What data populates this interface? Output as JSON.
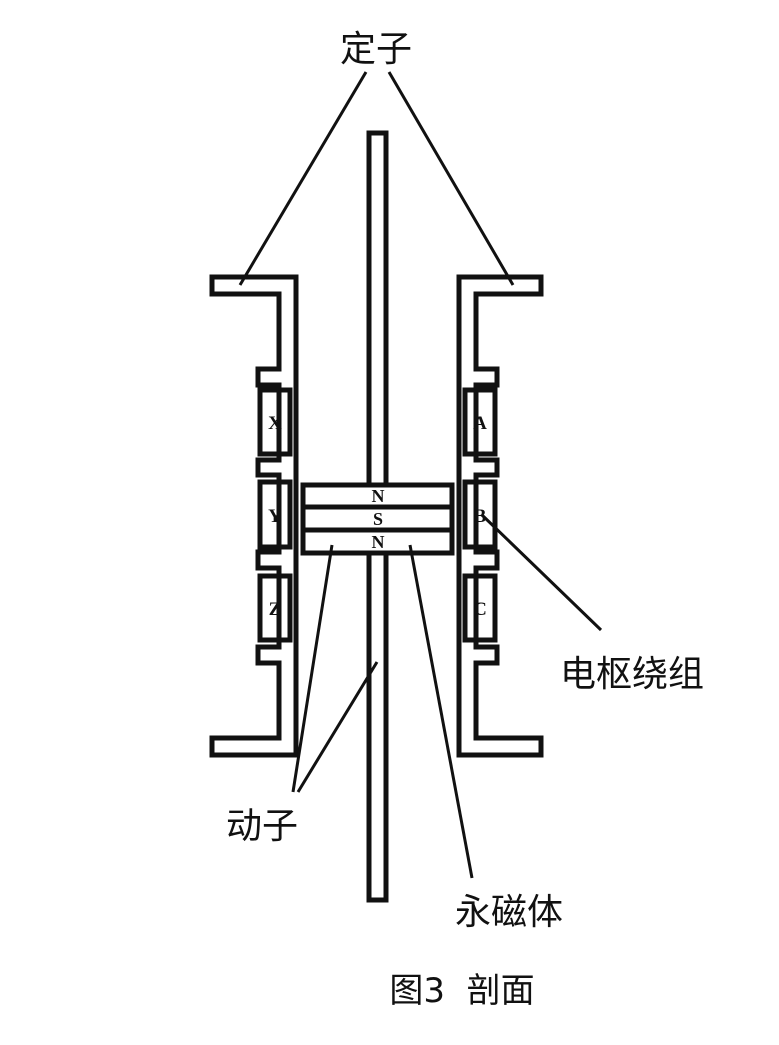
{
  "labels": {
    "stator": "定子",
    "armature_winding": "电枢绕组",
    "mover": "动子",
    "permanent_magnet": "永磁体",
    "caption": "图3  剖面"
  },
  "coils": {
    "left": [
      "X",
      "Y",
      "Z"
    ],
    "right": [
      "A",
      "B",
      "C"
    ]
  },
  "magnet_poles": [
    "N",
    "S",
    "N"
  ],
  "colors": {
    "line": "#111111",
    "background": "#ffffff"
  }
}
